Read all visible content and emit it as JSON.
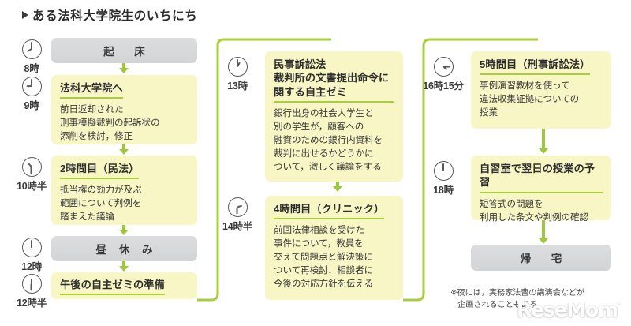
{
  "title": {
    "marker_icon": "triangle-right-icon",
    "text": "ある法科大学院生のいちにち"
  },
  "columns": [
    {
      "id": "morning",
      "entries": [
        {
          "time_label": "8時",
          "clock_icon": "clock-icon",
          "clock": {
            "hour": 8,
            "minute": 0
          },
          "style": "gray",
          "label": "起　床",
          "heading": "",
          "body": ""
        },
        {
          "time_label": "9時",
          "clock_icon": "clock-icon",
          "clock": {
            "hour": 9,
            "minute": 0
          },
          "style": "yellow",
          "heading": "法科大学院へ",
          "body": "前日返却された\n刑事模擬裁判の起訴状の\n添削を検討，修正"
        },
        {
          "time_label": "10時半",
          "clock_icon": "clock-icon",
          "clock": {
            "hour": 10,
            "minute": 30
          },
          "style": "yellow",
          "heading": "2時間目（民法）",
          "body": "抵当権の効力が及ぶ\n範囲について判例を\n踏まえた議論"
        },
        {
          "time_label": "12時",
          "clock_icon": "clock-icon",
          "clock": {
            "hour": 12,
            "minute": 0
          },
          "style": "gray",
          "label": "昼 休 み",
          "heading": "",
          "body": ""
        },
        {
          "time_label": "12時半",
          "clock_icon": "clock-icon",
          "clock": {
            "hour": 12,
            "minute": 30
          },
          "style": "yellow",
          "heading": "午後の自主ゼミの準備",
          "body": ""
        }
      ]
    },
    {
      "id": "afternoon",
      "entries": [
        {
          "time_label": "13時",
          "clock_icon": "clock-icon",
          "clock": {
            "hour": 13,
            "minute": 0
          },
          "style": "yellow",
          "heading": "民事訴訟法\n裁判所の文書提出命令に\n関する自主ゼミ",
          "body": "銀行出身の社会人学生と\n別の学生が，顧客への\n融資のための銀行内資料を\n裁判に出せるかどうかに\nついて，激しく議論をする"
        },
        {
          "time_label": "14時半",
          "clock_icon": "clock-icon",
          "clock": {
            "hour": 14,
            "minute": 30
          },
          "style": "yellow",
          "heading": "4時間目（クリニック）",
          "body": "前回法律相談を受けた\n事件について，教員を\n交えて問題点と解決策に\nついて再検討．相談者に\n今後の対応方針を伝える"
        }
      ]
    },
    {
      "id": "evening",
      "entries": [
        {
          "time_label": "16時15分",
          "clock_icon": "clock-icon",
          "clock": {
            "hour": 16,
            "minute": 15
          },
          "style": "yellow",
          "heading": "5時間目（刑事訴訟法）",
          "body": "事例演習教材を使って\n違法収集証拠についての\n授業"
        },
        {
          "time_label": "18時",
          "clock_icon": "clock-icon",
          "clock": {
            "hour": 18,
            "minute": 0
          },
          "style": "yellow",
          "heading": "自習室で翌日の授業の予習",
          "body": "短答式の問題を\n利用した条文や判例の確認"
        },
        {
          "time_label": "",
          "clock_icon": "",
          "style": "gray",
          "label": "帰　宅",
          "heading": "",
          "body": ""
        }
      ]
    }
  ],
  "footnote": {
    "line1": "※夜には，実務家法曹の講演会などが",
    "line2": "企画されることもある"
  },
  "watermark": {
    "text": "ReseMom",
    "tm": "."
  },
  "colors": {
    "accent_green": "#a9ce3c",
    "arrow_green": "#9dc83d",
    "card_yellow": "#f7f6c4",
    "card_gray": "#d8d9db",
    "text_dark": "#2e2e2e",
    "clock_stroke": "#58585a"
  }
}
